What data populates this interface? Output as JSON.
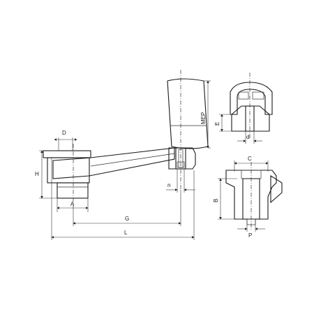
{
  "drawing": {
    "labels": {
      "D": "D",
      "H": "H",
      "A": "A",
      "G": "G",
      "L": "L",
      "n": "n",
      "MEP": "MEP",
      "E": "E",
      "d": "d",
      "C": "C",
      "B": "B",
      "P": "P"
    }
  },
  "colors": {
    "line": "#1a1a1a",
    "fill_light": "#d9d9d9",
    "fill_dark": "#b8b8b8",
    "background": "#ffffff"
  }
}
